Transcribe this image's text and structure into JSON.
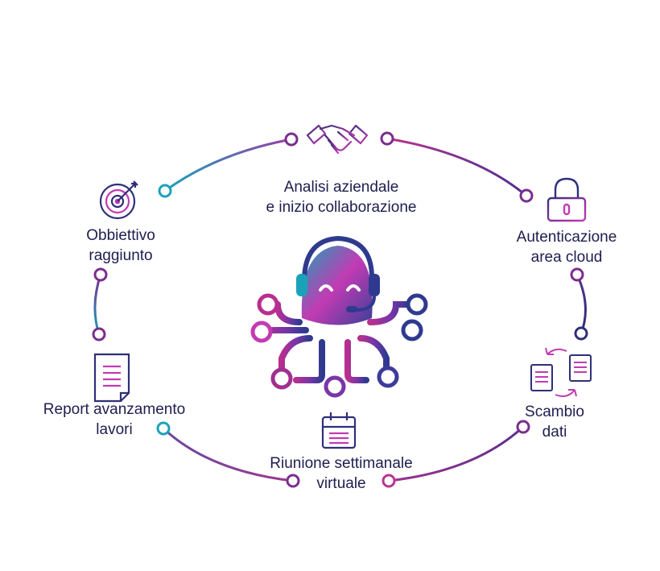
{
  "colors": {
    "navy": "#1f1d4f",
    "purple": "#7a2d8f",
    "magenta": "#c23bb3",
    "teal": "#1aa3b8",
    "blue": "#4b56a8"
  },
  "center": {
    "icon": "octopus-headset-icon"
  },
  "steps": [
    {
      "icon": "handshake-icon",
      "line1": "Analisi aziendale",
      "line2": "e inizio collaborazione"
    },
    {
      "icon": "padlock-icon",
      "line1": "Autenticazione",
      "line2": "area cloud"
    },
    {
      "icon": "document-exchange-icon",
      "line1": "Scambio",
      "line2": "dati"
    },
    {
      "icon": "calendar-icon",
      "line1": "Riunione settimanale",
      "line2": "virtuale"
    },
    {
      "icon": "report-document-icon",
      "line1": "Report avanzamento",
      "line2": "lavori"
    },
    {
      "icon": "target-icon",
      "line1": "Obbiettivo",
      "line2": "raggiunto"
    }
  ]
}
